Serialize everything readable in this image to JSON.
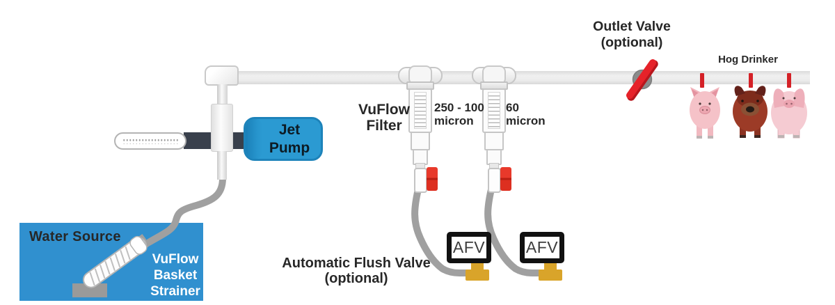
{
  "colors": {
    "pump_blue": "#2b9ad2",
    "water_source_blue": "#3090cf",
    "pipe_gray": "#e8e8e8",
    "hose_gray": "#a0a0a0",
    "suction_pipe_dark": "#39404c",
    "valve_handle_red": "#e62229",
    "drinker_nipple_red": "#d42127",
    "afv_fitting_yellow": "#d9a42a",
    "afv_border_black": "#111111",
    "pig_pink": "#f5c2c8",
    "pig_brown": "#9c3b27"
  },
  "water_source": {
    "label": "Water Source",
    "strainer_lines": [
      "VuFlow",
      "Basket",
      "Strainer"
    ]
  },
  "pump": {
    "lines": [
      "Jet",
      "Pump"
    ]
  },
  "filters": {
    "label_lines": [
      "VuFlow",
      "Filter"
    ],
    "units": [
      {
        "spec_lines": [
          "250 - 100",
          "micron"
        ]
      },
      {
        "spec_lines": [
          "60",
          "micron"
        ]
      }
    ]
  },
  "flush_valve": {
    "label_lines": [
      "Automatic Flush Valve",
      "(optional)"
    ],
    "box_label": "AFV"
  },
  "outlet_valve": {
    "label_lines": [
      "Outlet Valve",
      "(optional)"
    ]
  },
  "hog_drinker": {
    "label": "Hog Drinker",
    "pigs": [
      "pink",
      "brown",
      "pink"
    ]
  }
}
